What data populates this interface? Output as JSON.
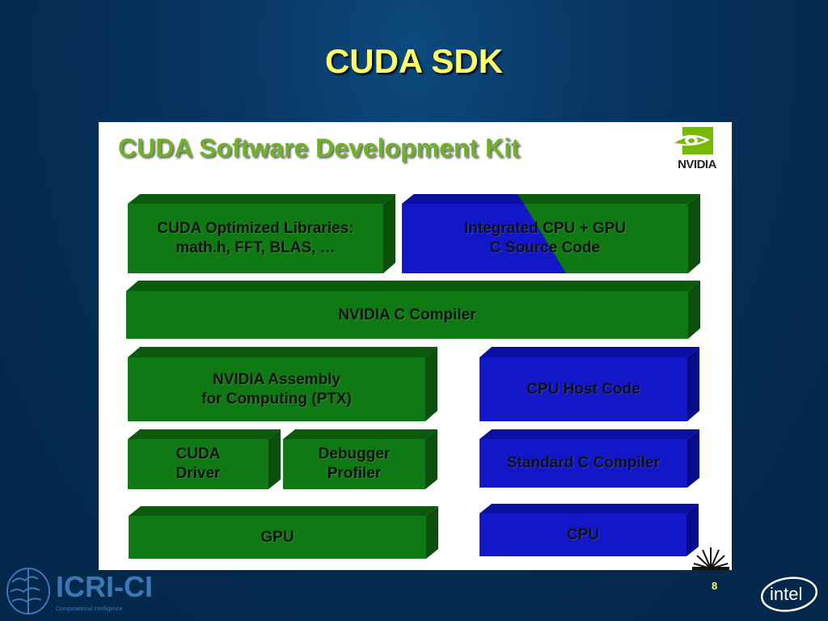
{
  "slide": {
    "title": "CUDA SDK",
    "page_number": "8"
  },
  "panel": {
    "title": "CUDA Software Development Kit",
    "logo_word": "NVIDIA"
  },
  "colors": {
    "green": "#0f7a14",
    "green_dark": "#0b5a0e",
    "green_side": "#0a4f0c",
    "blue": "#1218c8",
    "blue_dark": "#0c10a0",
    "blue_side": "#090c88",
    "title_yellow": "#ffff66",
    "panel_title_green": "#6fb22a"
  },
  "blocks": {
    "libraries": {
      "line1": "CUDA Optimized Libraries:",
      "line2": "math.h, FFT, BLAS, …"
    },
    "integrated": {
      "line1": "Integrated CPU + GPU",
      "line2": "C Source Code"
    },
    "compiler": {
      "line1": "NVIDIA  C  Compiler"
    },
    "assembly": {
      "line1": "NVIDIA Assembly",
      "line2": "for Computing (PTX)"
    },
    "host_code": {
      "line1": "CPU Host Code"
    },
    "driver": {
      "line1": "CUDA",
      "line2": "Driver"
    },
    "debugger": {
      "line1": "Debugger",
      "line2": "Profiler"
    },
    "std_compiler": {
      "line1": "Standard C Compiler"
    },
    "gpu": {
      "line1": "GPU"
    },
    "cpu": {
      "line1": "CPU"
    }
  },
  "footer": {
    "icri_logo_text": "ICRI-CI",
    "icri_subtitle": "Computational Intelligence",
    "intel_logo_text": "intel"
  }
}
